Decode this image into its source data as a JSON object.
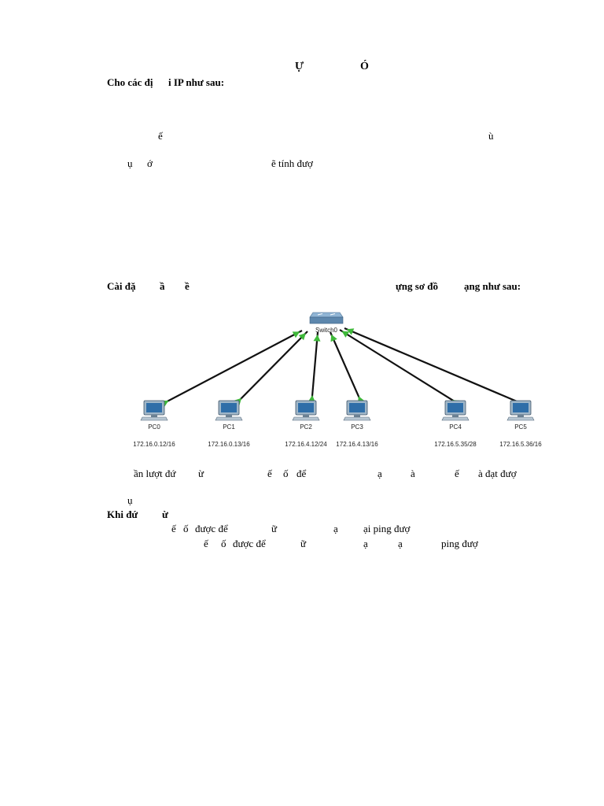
{
  "title": {
    "a": "Ự",
    "b": "Ó"
  },
  "intro": "Cho các đị      i IP như sau:",
  "para1": {
    "a": "ế",
    "b": "ù"
  },
  "para2": {
    "a": "ụ",
    "b": "ớ",
    "c": "ẽ tính đượ"
  },
  "setup_heading": {
    "a": "Cài đặ",
    "b": "ầ",
    "c": "ề",
    "d": "ựng sơ đồ",
    "e": "ạng như sau:"
  },
  "diagram": {
    "switch_label": "Switch0",
    "pcs": [
      {
        "name": "PC0",
        "ip": "172.16.0.12/16"
      },
      {
        "name": "PC1",
        "ip": "172.16.0.13/16"
      },
      {
        "name": "PC2",
        "ip": "172.16.4.12/24"
      },
      {
        "name": "PC3",
        "ip": "172.16.4.13/16"
      },
      {
        "name": "PC4",
        "ip": "172.16.5.35/28"
      },
      {
        "name": "PC5",
        "ip": "172.16.5.36/16"
      }
    ]
  },
  "line1": {
    "a": "ần lượt đứ",
    "b": "ừ",
    "c": "ế",
    "d": "ố",
    "e": "để",
    "f": "ạ",
    "g": "à",
    "h": "ế",
    "i": "à đạt đượ"
  },
  "line2": "ụ",
  "khi": {
    "a": "Khi đứ",
    "b": "ừ"
  },
  "ping1": {
    "a": "ế",
    "b": "ố",
    "c": "được để",
    "d": "ữ",
    "e": "ạ",
    "f": "ại ping đượ"
  },
  "ping2": {
    "a": "ế",
    "b": "ố",
    "c": "được để",
    "d": "ữ",
    "e": "ạ",
    "f": "ạ",
    "g": "ping đượ"
  }
}
